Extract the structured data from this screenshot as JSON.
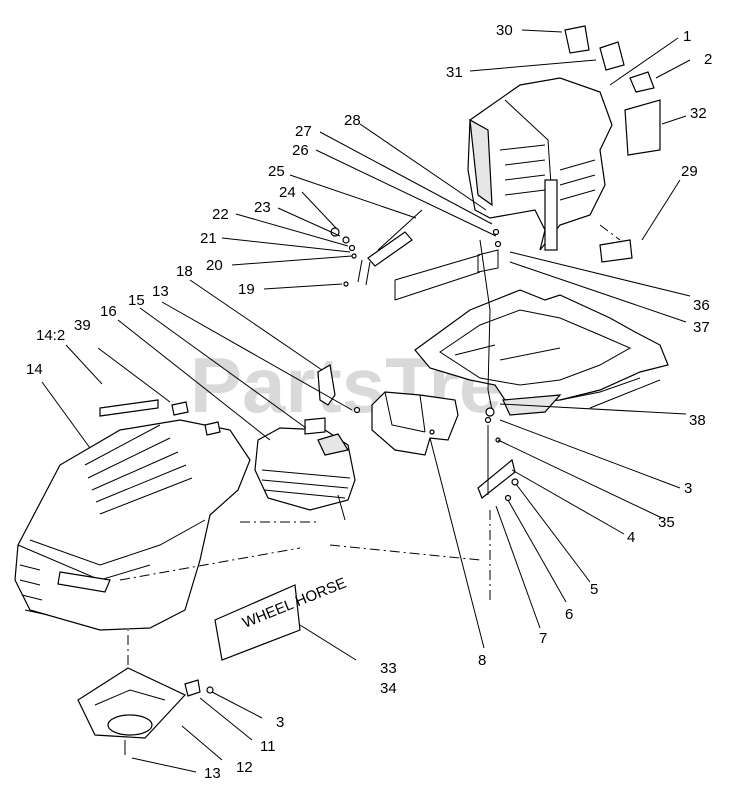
{
  "watermark": "PartsTree",
  "watermark_tm": "TM",
  "decal_text": "WHEEL HORSE",
  "callouts": [
    "30",
    "1",
    "31",
    "2",
    "32",
    "28",
    "27",
    "26",
    "25",
    "24",
    "23",
    "22",
    "21",
    "20",
    "19",
    "29",
    "36",
    "37",
    "18",
    "13",
    "15",
    "16",
    "39",
    "14:2",
    "14",
    "38",
    "3",
    "35",
    "4",
    "5",
    "6",
    "7",
    "8",
    "33",
    "34",
    "3",
    "11",
    "12",
    "13"
  ]
}
